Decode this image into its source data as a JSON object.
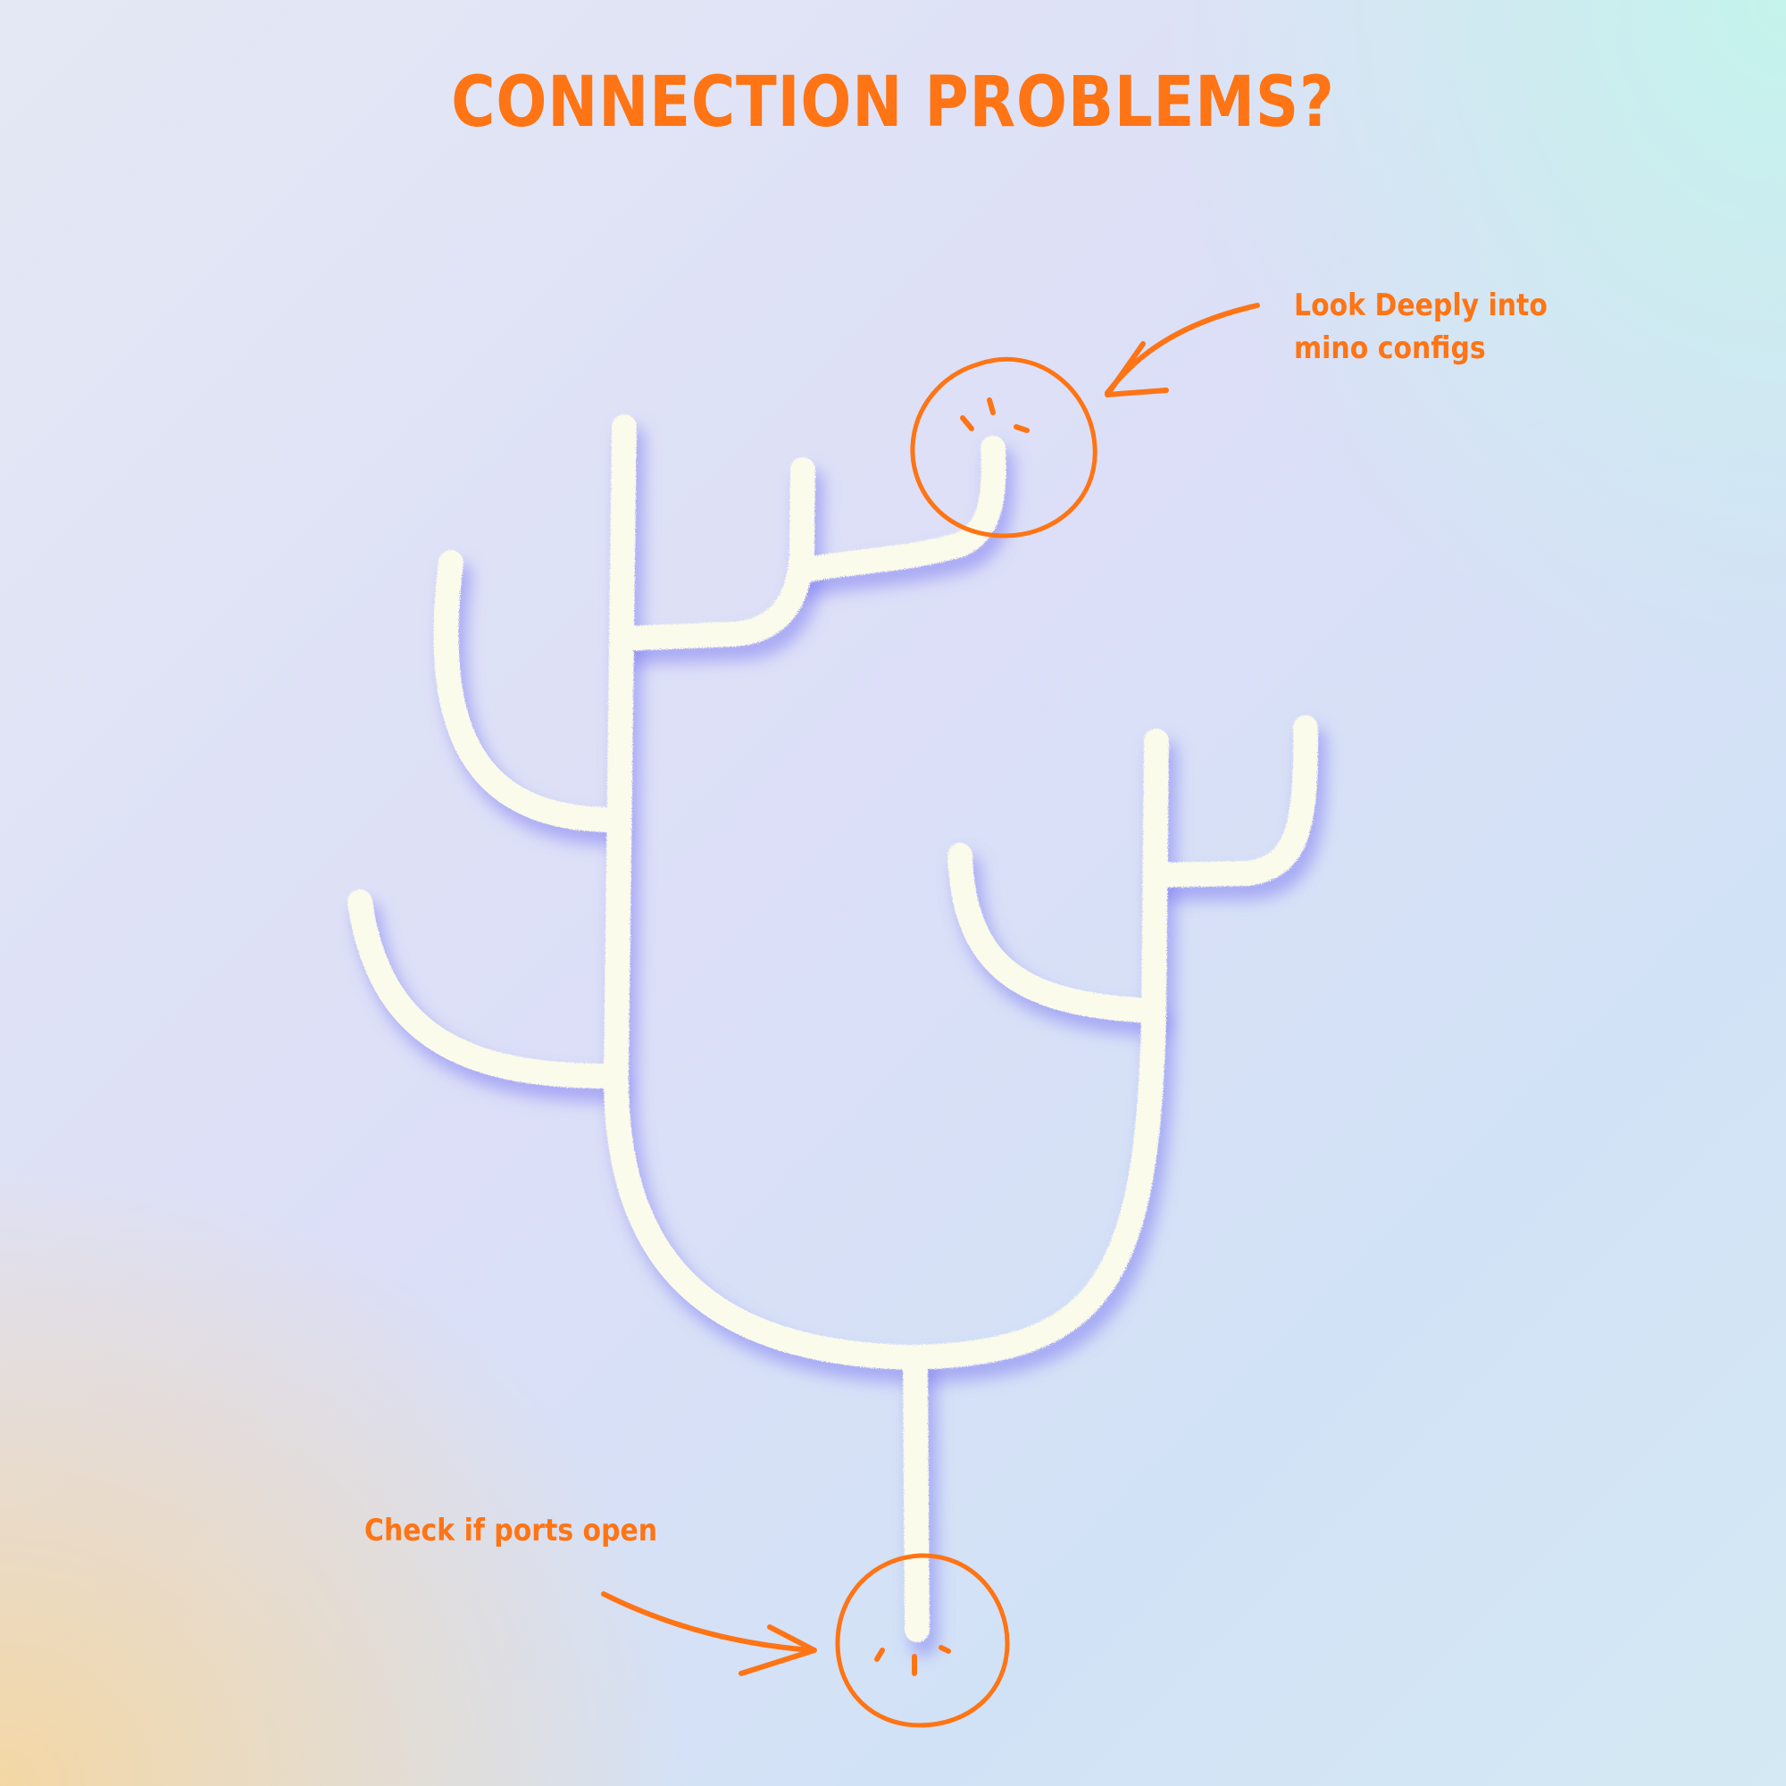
{
  "title": "CONNECTION PROBLEMS?",
  "annotations": {
    "top": {
      "lines": [
        "Look Deeply into",
        "mino configs"
      ]
    },
    "bottom": {
      "lines": [
        "Check if ports open"
      ]
    }
  },
  "colors": {
    "accent": "#ff7414",
    "tree_stroke": "#fbfbec",
    "tree_shadow": "#7d7cf2"
  },
  "icons": {
    "top_marker": "circle-highlight-icon",
    "bottom_marker": "circle-highlight-icon",
    "arrows": "hand-drawn-arrow-icon"
  }
}
